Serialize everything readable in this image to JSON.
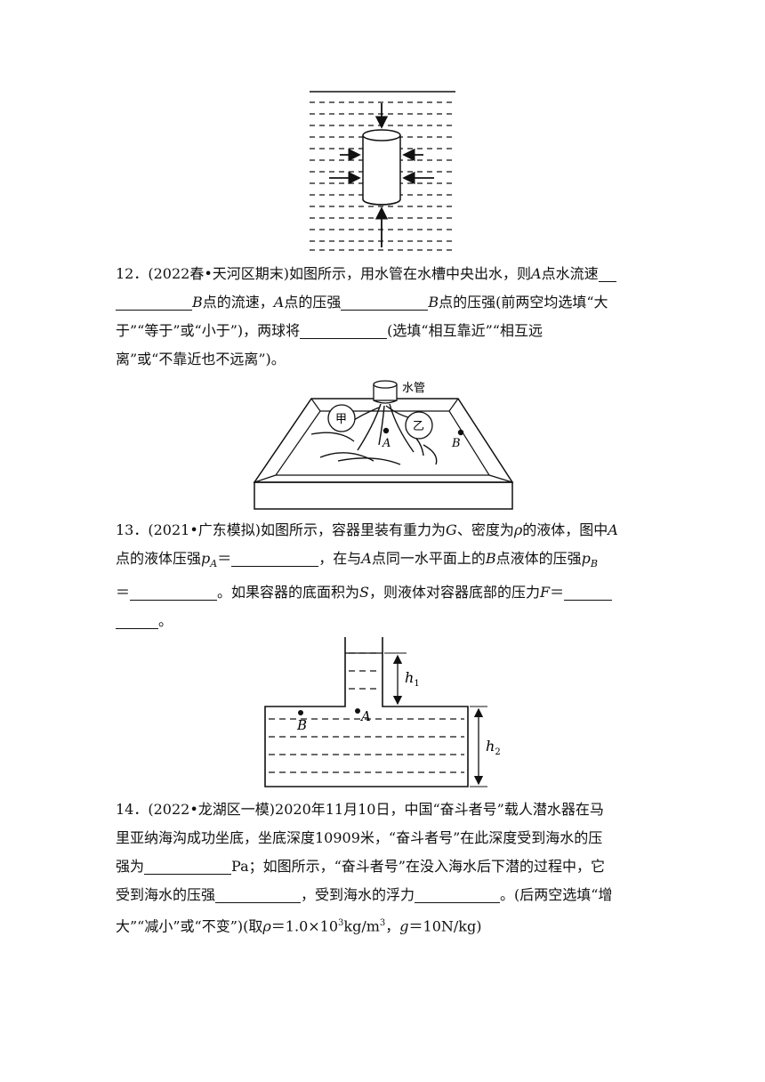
{
  "questions": [
    {
      "number": "12．",
      "source": "(2022春•天河区期末)",
      "line1_a": "如图所示，用水管在水槽中央出水，则",
      "line1_b": "A",
      "line1_c": "点水流速",
      "line2_a": "B",
      "line2_b": "点的流速，",
      "line2_c": "A",
      "line2_d": "点的压强",
      "line2_e": "B",
      "line2_f": "点的压强(前两空均选填“大",
      "line3_a": "于”“等于”或“小于”)，两球将",
      "line3_b": "(选填“相互靠近”“相互远",
      "line4": "离”或“不靠近也不远离”)。",
      "figure_labels": {
        "pipe": "水管",
        "ball1": "甲",
        "ball2": "乙",
        "pointA": "A",
        "pointB": "B"
      }
    },
    {
      "number": "13．",
      "source": "(2021•广东模拟)",
      "line1_a": "如图所示，容器里装有重力为",
      "line1_b": "G",
      "line1_c": "、密度为",
      "line1_d": "ρ",
      "line1_e": "的液体，图中",
      "line1_f": "A",
      "line2_a": "点的液体压强",
      "line2_b": "p",
      "line2_c": "A",
      "line2_d": "＝",
      "line2_e": "，在与",
      "line2_f": "A",
      "line2_g": "点同一水平面上的",
      "line2_h": "B",
      "line2_i": "点液体的压强",
      "line2_j": "p",
      "line2_k": "B",
      "line3_a": "＝",
      "line3_b": "。如果容器的底面积为",
      "line3_c": "S",
      "line3_d": "，则液体对容器底部的压力",
      "line3_e": "F",
      "line3_f": "＝",
      "line4": "。",
      "figure_labels": {
        "h1": "h",
        "h1_sub": "1",
        "h2": "h",
        "h2_sub": "2",
        "pointA": "A",
        "pointB": "B"
      }
    },
    {
      "number": "14．",
      "source": "(2022•龙湖区一模)",
      "line1_a": "2020年11月10日，中国“奋斗者号”载人潜水器在马",
      "line2": "里亚纳海沟成功坐底，坐底深度10909米，“奋斗者号”在此深度受到海水的压",
      "line3_a": "强为",
      "line3_b": "Pa；如图所示，“奋斗者号”在没入海水后下潜的过程中，它",
      "line4_a": "受到海水的压强",
      "line4_b": "，受到海水的浮力",
      "line4_c": "。(后两空选填“增",
      "line5_a": "大”“减小”或“不变”)(取",
      "line5_b": "ρ",
      "line5_c": "＝1.0×10",
      "line5_d": "3",
      "line5_e": "kg/m",
      "line5_f": "3",
      "line5_g": "，",
      "line5_h": "g",
      "line5_i": "＝10N/kg)"
    }
  ]
}
